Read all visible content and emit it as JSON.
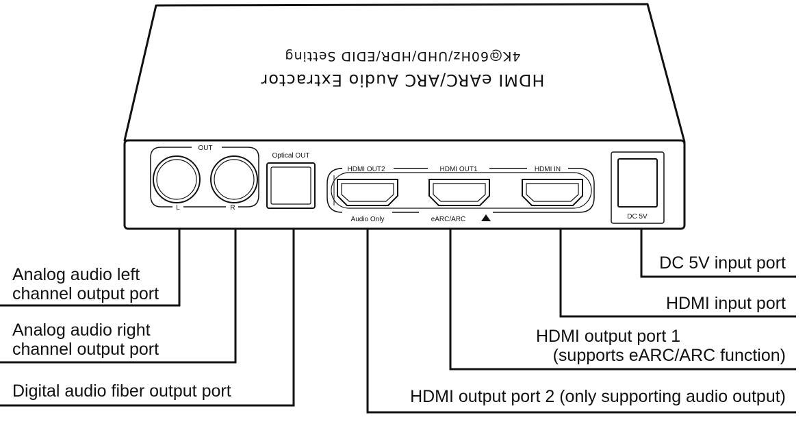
{
  "device": {
    "top_label_line1": "HDMI eARC/ARC Audio Extractor",
    "top_label_line2": "4K@60Hz/UHD/HDR/EDID Setting",
    "panel": {
      "out_label": "OUT",
      "left_label": "L",
      "right_label": "R",
      "optical_label": "Optical OUT",
      "hdmi_out2_label": "HDMI OUT2",
      "hdmi_out1_label": "HDMI OUT1",
      "hdmi_in_label": "HDMI IN",
      "audio_only_label": "Audio Only",
      "earc_label": "eARC/ARC",
      "dc_label": "DC 5V"
    }
  },
  "callouts": {
    "analog_left_line1": "Analog audio left",
    "analog_left_line2": "channel output port",
    "analog_right_line1": "Analog audio right",
    "analog_right_line2": "channel output port",
    "digital_fiber": "Digital audio fiber output port",
    "dc_input": "DC 5V input port",
    "hdmi_input": "HDMI input port",
    "hdmi_out1_line1": "HDMI output port 1",
    "hdmi_out1_line2": "(supports eARC/ARC function)",
    "hdmi_out2": "HDMI output port 2 (only supporting audio output)"
  }
}
